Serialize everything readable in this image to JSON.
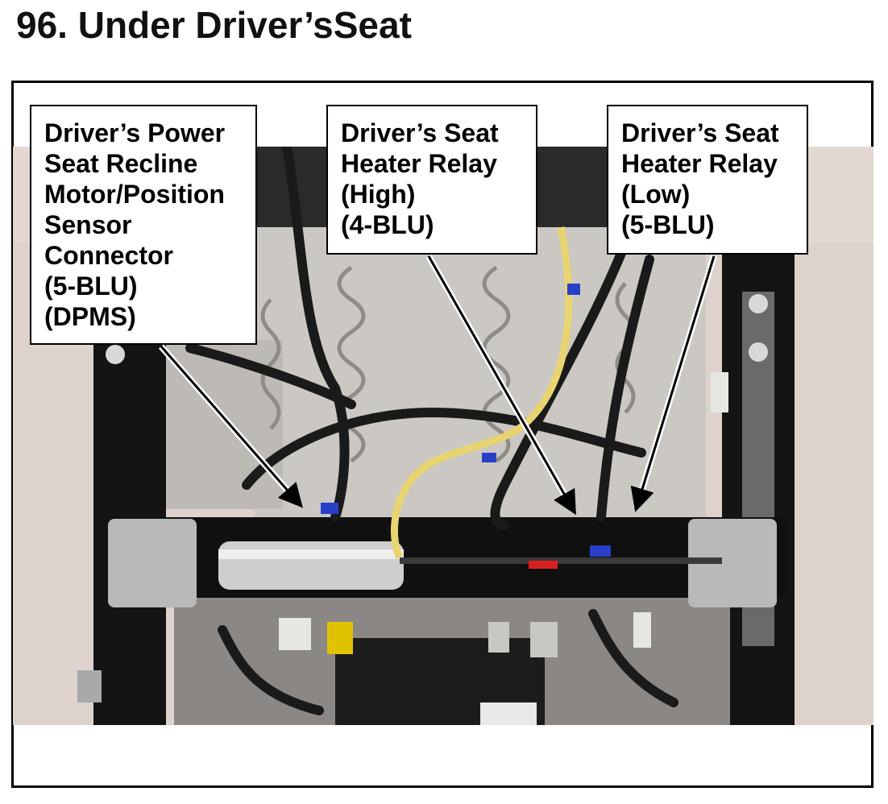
{
  "title": "96.  Under Driver’sSeat",
  "callouts": [
    {
      "lines": [
        "Driver’s Power",
        "Seat Recline",
        "Motor/Position",
        "Sensor",
        "Connector",
        "(5-BLU)",
        "(DPMS)"
      ]
    },
    {
      "lines": [
        "Driver’s Seat",
        "Heater Relay",
        "(High)",
        "(4-BLU)"
      ]
    },
    {
      "lines": [
        "Driver’s Seat",
        "Heater Relay",
        "(Low)",
        "(5-BLU)"
      ]
    }
  ],
  "colors": {
    "photo_background": "#ddd3cc",
    "cushion": "#cfccc8",
    "frame_metal": "#1a1a1a",
    "wire_yellow": "#e8d470",
    "connector_blue": "#2840c8",
    "marker_red": "#d82020"
  }
}
